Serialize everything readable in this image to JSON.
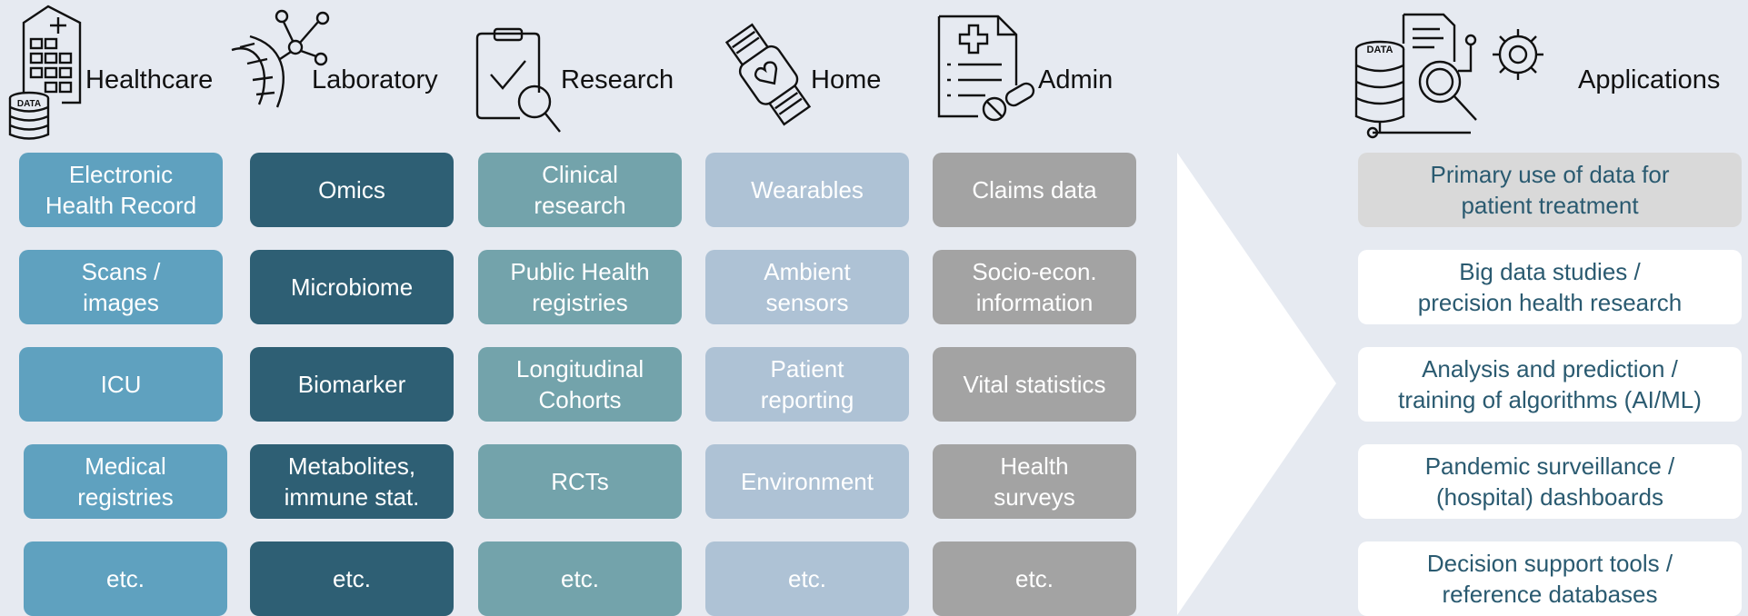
{
  "columns": [
    {
      "id": "healthcare",
      "label": "Healthcare",
      "icon": "hospital-building-icon",
      "color": "#5fa1bf",
      "items": [
        "Electronic\nHealth Record",
        "Scans /\nimages",
        "ICU",
        "Medical\nregistries",
        "etc."
      ]
    },
    {
      "id": "laboratory",
      "label": "Laboratory",
      "icon": "dna-molecule-icon",
      "color": "#2e5f74",
      "items": [
        "Omics",
        "Microbiome",
        "Biomarker",
        "Metabolites,\nimmune stat.",
        "etc."
      ]
    },
    {
      "id": "research",
      "label": "Research",
      "icon": "clipboard-magnifier-icon",
      "color": "#73a3ab",
      "items": [
        "Clinical\nresearch",
        "Public Health\nregistries",
        "Longitudinal\nCohorts",
        "RCTs",
        "etc."
      ]
    },
    {
      "id": "home",
      "label": "Home",
      "icon": "smartwatch-heart-icon",
      "color": "#aec2d5",
      "items": [
        "Wearables",
        "Ambient\nsensors",
        "Patient\nreporting",
        "Environment",
        "etc."
      ]
    },
    {
      "id": "admin",
      "label": "Admin",
      "icon": "medical-document-pills-icon",
      "color": "#a3a3a3",
      "items": [
        "Claims data",
        "Socio-econ.\ninformation",
        "Vital statistics",
        "Health\nsurveys",
        "etc."
      ]
    }
  ],
  "data_badge": "DATA",
  "applications": {
    "label": "Applications",
    "icon": "data-analysis-gear-icon",
    "items": [
      "Primary use of data for\npatient treatment",
      "Big data studies /\nprecision health research",
      "Analysis and prediction /\ntraining of algorithms (AI/ML)",
      "Pandemic surveillance /\n(hospital) dashboards",
      "Decision support tools /\nreference databases"
    ]
  }
}
